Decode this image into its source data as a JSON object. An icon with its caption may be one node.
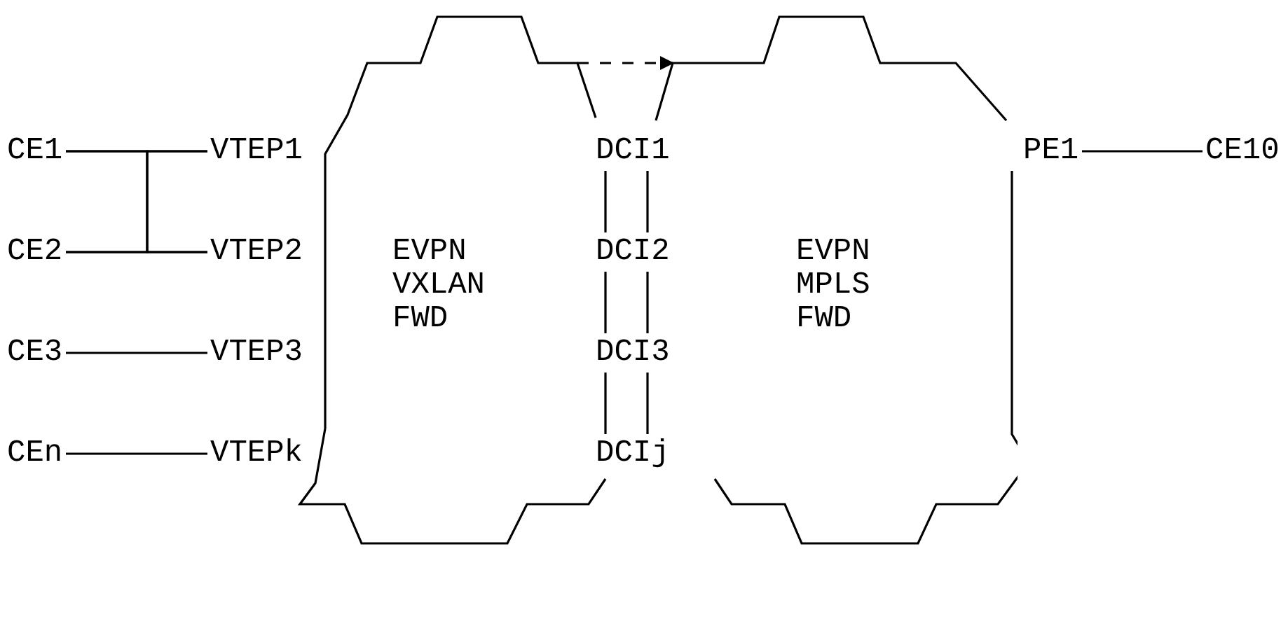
{
  "diagram": {
    "nodes": [
      {
        "text": [
          "CE1"
        ]
      },
      {
        "text": [
          "VTEP1"
        ]
      },
      {
        "text": [
          "DCI1"
        ]
      },
      {
        "text": [
          "PE1"
        ]
      },
      {
        "text": [
          "CE10"
        ]
      },
      {
        "text": [
          "CE2"
        ]
      },
      {
        "text": [
          "VTEP2"
        ]
      },
      {
        "text": [
          "EVPN VXLAN FWD"
        ]
      },
      {
        "text": [
          "DCI2"
        ]
      },
      {
        "text": [
          "EVPN MPLS FWD"
        ]
      },
      {
        "text": [
          "CE3"
        ]
      },
      {
        "text": [
          "VTEP3"
        ]
      },
      {
        "text": [
          "DCI3"
        ]
      },
      {
        "text": [
          "CEn"
        ]
      },
      {
        "text": [
          "VTEPk"
        ]
      },
      {
        "text": [
          "DCIj"
        ]
      }
    ],
    "edges": [
      {
        "from": 0,
        "to": 1,
        "arrow": "none"
      },
      {
        "from": 0,
        "to": 6,
        "arrow": "none"
      },
      {
        "from": 5,
        "to": 1,
        "arrow": "none"
      },
      {
        "from": 5,
        "to": 6,
        "arrow": "none"
      },
      {
        "from": 10,
        "to": 11,
        "arrow": "none"
      },
      {
        "from": 13,
        "to": 14,
        "arrow": "none"
      },
      {
        "from": 3,
        "to": 4,
        "arrow": "none"
      },
      {
        "from": 7,
        "to": 9,
        "arrow": "to",
        "style": "dashed"
      }
    ]
  }
}
